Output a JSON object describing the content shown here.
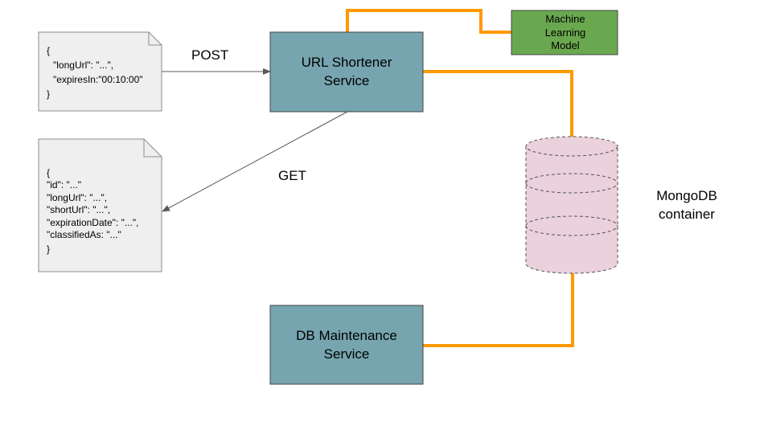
{
  "colors": {
    "service_fill": "#76a5af",
    "service_stroke": "#444444",
    "ml_fill": "#6aa84f",
    "doc_fill": "#efefef",
    "db_fill": "#ead1dc",
    "connector": "#ff9900",
    "arrow": "#595959"
  },
  "request_doc": {
    "lines": [
      "{",
      "\"longUrl\": \"...\",",
      "\"expiresIn:\"00:10:00\"",
      "}"
    ]
  },
  "response_doc": {
    "lines": [
      "{",
      "\"id\": \"...\"",
      "\"longUrl\": \"...\",",
      "\"shortUrl\": \"...\",",
      "\"expirationDate\": \"...\",",
      "\"classifiedAs: \"...\"",
      "}"
    ]
  },
  "url_shortener": {
    "lines": [
      "URL Shortener",
      "Service"
    ]
  },
  "ml_model": {
    "lines": [
      "Machine",
      "Learning",
      "Model"
    ]
  },
  "db_maintenance": {
    "lines": [
      "DB Maintenance",
      "Service"
    ]
  },
  "mongodb": {
    "lines": [
      "MongoDB",
      "container"
    ]
  },
  "edges": {
    "post_label": "POST",
    "get_label": "GET"
  }
}
